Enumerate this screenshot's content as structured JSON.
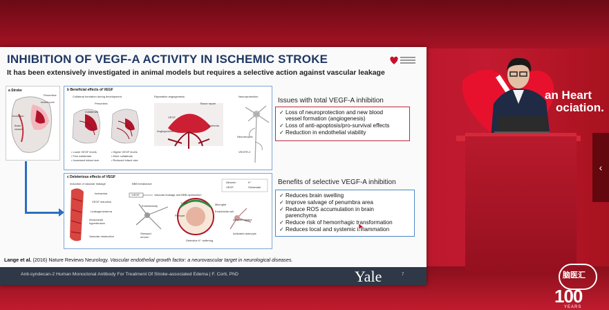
{
  "slide": {
    "title": "INHIBITION OF VEGF-A ACTIVITY IN ISCHEMIC STROKE",
    "subtitle": "It has been extensively investigated in animal models but requires a selective action against vascular leakage",
    "figure_a": {
      "label": "a Stroke",
      "labels": [
        "Penumbra",
        "Infarct core",
        "Occlusion",
        "Brain vessel"
      ]
    },
    "figure_b": {
      "heading": "b Beneficial effects of VEGF",
      "labels": [
        "Collateral formation during development",
        "Reparative angiogenesis",
        "Neuroprotection",
        "Penumbra",
        "Collaterals",
        "VEGF",
        "Angiogenesis",
        "Tissue repair",
        "Nutrients",
        "Neurotrophic",
        "VEGFR-2",
        "• Lower VEGF levels",
        "• Few collaterals",
        "• Increased infarct size",
        "• Higher VEGF levels",
        "• More collaterals",
        "• Reduced infarct size"
      ]
    },
    "figure_c": {
      "heading": "c Deleterious effects of VEGF",
      "labels": [
        "Induction of vascular leakage",
        "BBB breakdown",
        "Ischaemia",
        "VEGF induction",
        "Leakage/oedema",
        "Intracranial hypertension",
        "Vascular obstruction",
        "↑VEGF",
        "Vascular leakage and BBB dysfunction",
        "T cell",
        "Pericyte",
        "Microglia",
        "Endothelial cell",
        "Albumin uptake",
        "Excitotoxicity",
        "Stressed neuron",
        "Defective K⁺ buffering",
        "Activated astrocyte",
        "Albumin",
        "K⁺",
        "VEGF",
        "Glutamate"
      ]
    },
    "issues": {
      "title": "Issues with total VEGF-A inhibition",
      "items": [
        "Loss of neuroprotection and new blood",
        "vessel formation (angiogenesis)",
        "Loss of anti-apoptosis/pro-survival effects",
        "Reduction in endothelial viability"
      ]
    },
    "benefits": {
      "title": "Benefits of selective VEGF-A inhibition",
      "items": [
        "Reduces brain swelling",
        "Improve salvage of penumbra area",
        "Reduce ROS accumulation in brain",
        "parenchyma",
        "Reduce risk of hemorrhagic transformation",
        "Reduces local and systemic inflammation"
      ]
    },
    "citation": {
      "authors": "Lange et al.",
      "ref": " (2016) Nature Reviews Neurology. ",
      "title": "Vascular endothelial growth factor: a neurovascular target in neurological diseases."
    },
    "footer": {
      "text": "Anti-syndecan-2 Human Monoclonal Antibody For Treatment Of Stroke-associated Edema | F. Corti, PhD",
      "logo": "Yale",
      "page": "7"
    }
  },
  "venue": {
    "banner_line1": "an Heart",
    "banner_line2": "ociation."
  },
  "nav": {
    "next_icon": "‹"
  },
  "watermark": {
    "brand": "脑医汇",
    "number": "100",
    "label": "YEARS"
  },
  "colors": {
    "title": "#1f3763",
    "issues_border": "#c0283a",
    "benefits_border": "#4a86c8",
    "arrow": "#2a6fc0",
    "background": "#b0142a"
  }
}
